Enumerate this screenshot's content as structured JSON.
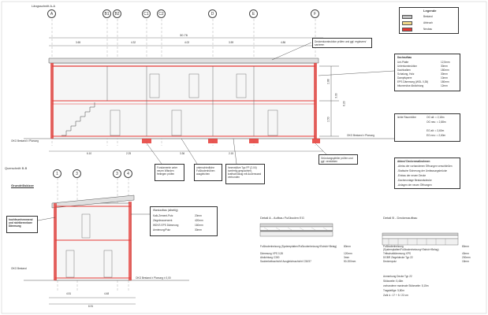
{
  "legend": {
    "title": "Legende",
    "items": [
      {
        "label": "Bestand",
        "color": "#bdbdbd"
      },
      {
        "label": "Abbruch",
        "color": "#f2d98a"
      },
      {
        "label": "Neubau",
        "color": "#e53935"
      }
    ]
  },
  "section_aa": {
    "title": "Längsschnitt A-A",
    "axes": [
      "A",
      "B1",
      "B2",
      "C1",
      "C2",
      "D",
      "E",
      "F"
    ],
    "overall_dim": "30.76",
    "top_dims": [
      "3.65",
      "4.32",
      "4.02",
      "3.59",
      "4.86"
    ],
    "bottom_dims": [
      "6.10",
      "2.25",
      "3.36",
      "2.15"
    ],
    "heights": [
      "2.88",
      "3.30",
      "2.50",
      "6.20"
    ],
    "note_roof": "Deckenkonstruktion prüfen und ggf. ergänzen/ sanieren",
    "note_fundament": "Fundamente unter neuen Wänden freilegen prüfen",
    "note_unterzug": "unterschiedliche Fußbodenhöhen ausgleichen",
    "note_innen": "Innenstütze Typ FP (2-04) tumfertig gespachtelt, kraftschlüssig mit Außenwand verbunden",
    "note_gruendung": "Gründungspfeiler prüfen und ggf. verstärken",
    "ground_left": "OKG Bestand ± Planung",
    "ground_right": "OKG Bestand ± Planung"
  },
  "roof_box": {
    "heading": "Dachaufbau",
    "rows": [
      {
        "label": "Unt-Platte",
        "value": "12,5mm"
      },
      {
        "label": "Unterkonstruktion",
        "value": "30mm"
      },
      {
        "label": "Dachbalken",
        "value": "180mm"
      },
      {
        "label": "Schalung, Holz",
        "value": "30mm"
      },
      {
        "label": "Dampfsperre",
        "value": "10mm"
      },
      {
        "label": "EPS Dämmung (WGL 0,35)",
        "value": "180mm"
      },
      {
        "label": "bitumenöse Abdichtung",
        "value": "12mm"
      }
    ]
  },
  "room_heights": {
    "heading": "lichte Raumhöhe",
    "rows": [
      "OG alt: = 2,18m",
      "OG neu: = 2,88m",
      "EG alt: = 3,60m",
      "EG neu: = 2,60m"
    ]
  },
  "notes_box": {
    "heading": "Abbruf Deckenmaßnahmen",
    "lines": [
      "-Abriss der vorhandenen Öffnungen verschließen",
      "-Statische Sicherung der Umfassungsbrücke",
      "-Einbau der neuen Decke",
      "-Dachmontage Bestandsdecke",
      "-Anlagen der neuen Öffnungen"
    ]
  },
  "section_bb": {
    "title": "Querschnitt B-B",
    "subtitle": "Grundrißskizze",
    "axes": [
      "1",
      "3",
      "3",
      "4"
    ],
    "bottom_dims": [
      "4.51",
      "4.48"
    ],
    "overall_dim": "6.91",
    "left_note_1": "hochfeuerhemmend und nichtbrennbare Dämmung",
    "ground_left": "OKG Bestand",
    "ground_right": "OKG Bestand ± Planung ± 0,00"
  },
  "wall_box": {
    "heading": "Wandaufbau (allseitig)",
    "rows": [
      {
        "label": "Kalk-Zement-Putz",
        "value": "20mm"
      },
      {
        "label": "Ziegelmauerwerk",
        "value": "420mm"
      },
      {
        "label": "WDVS EPS Dämmung",
        "value": "160mm"
      },
      {
        "label": "Armierung/Putz",
        "value": "30mm"
      }
    ]
  },
  "detail_a": {
    "title": "Detail A - Aufbau Fußboden EG",
    "rows": [
      {
        "label": "Fußbodenheizung (Systemplatten/Fußbodenheizung+Estrich+Belag)",
        "value": "80mm"
      },
      {
        "label": "Dämmung XPS 0,35",
        "value": "120mm"
      },
      {
        "label": "Abdichtung C300",
        "value": "3mm"
      },
      {
        "label": "Sauberkeitsschicht/ Ausgleichsschicht C30/37",
        "value": "50-200mm"
      }
    ]
  },
  "detail_b": {
    "title": "Detail B - Deckenaufbau",
    "rows": [
      {
        "label": "Fußbodenheizung (Systemplatten/Fußbodenheizung+Estrich+Belag)",
        "value": "80mm"
      },
      {
        "label": "Trittschalldämmung XPS",
        "value": "40mm"
      },
      {
        "label": "DGBR Ziegeldecke Typ 22",
        "value": "200mm"
      },
      {
        "label": "Deckenputz",
        "value": "15mm"
      }
    ],
    "footer": [
      "Anmerkung Decke Typ 22",
      "Stützweite: 5,48m",
      "vorhandene maximale Stützweite: 5,15m",
      "Tragstellige: 5,80m",
      "Zahl d.: 17 + 5 / 22 cm"
    ]
  }
}
